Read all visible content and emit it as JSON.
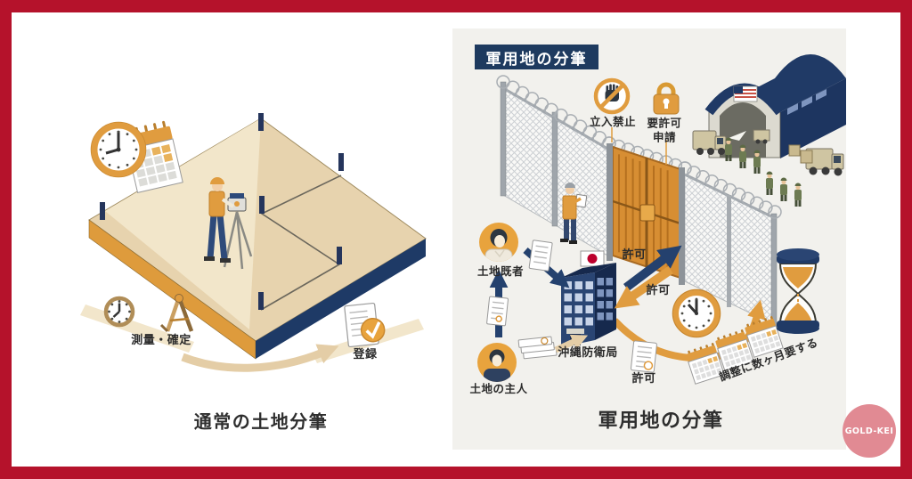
{
  "poster": {
    "left_panel": {
      "title": "通常の土地分筆",
      "survey_label": "測量・確定",
      "register_label": "登録"
    },
    "right_panel": {
      "badge_title": "軍用地の分筆",
      "no_entry_label": "立入禁止",
      "permit_required_label": "要許可申請",
      "land_heir_label": "土地既者",
      "land_owner_label": "土地の主人",
      "defense_bureau_label": "沖縄防衛局",
      "permission_up_label": "許可",
      "permission_back_label": "許可",
      "permission_doc_label": "許可",
      "adjustment_note": "調整に数ヶ月要する",
      "bottom_title": "軍用地の分筆"
    },
    "watermark_label": "GOLD-KEI",
    "colors": {
      "frame_red": "#b5122b",
      "accent_orange": "#e09c3f",
      "navy": "#1e3a5f",
      "panel_gray": "#f2f1ed",
      "plot_tan": "#e7d3ae",
      "watermark_pink": "#e18a93"
    }
  }
}
